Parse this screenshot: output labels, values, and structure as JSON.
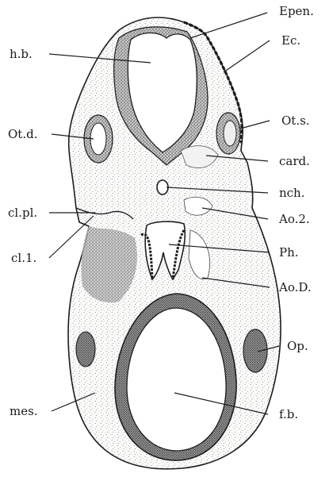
{
  "figure": {
    "type": "embryo-transverse-section-diagram",
    "labels": {
      "epen": "Epen.",
      "hb": "h.b.",
      "ec": "Ec.",
      "otd": "Ot.d.",
      "ots": "Ot.s.",
      "card": "card.",
      "nch": "nch.",
      "clpl": "cl.pl.",
      "ao2": "Ao.2.",
      "cll": "cl.1.",
      "ph": "Ph.",
      "aod": "Ao.D.",
      "op": "Op.",
      "mes": "mes.",
      "fb": "f.b."
    }
  }
}
